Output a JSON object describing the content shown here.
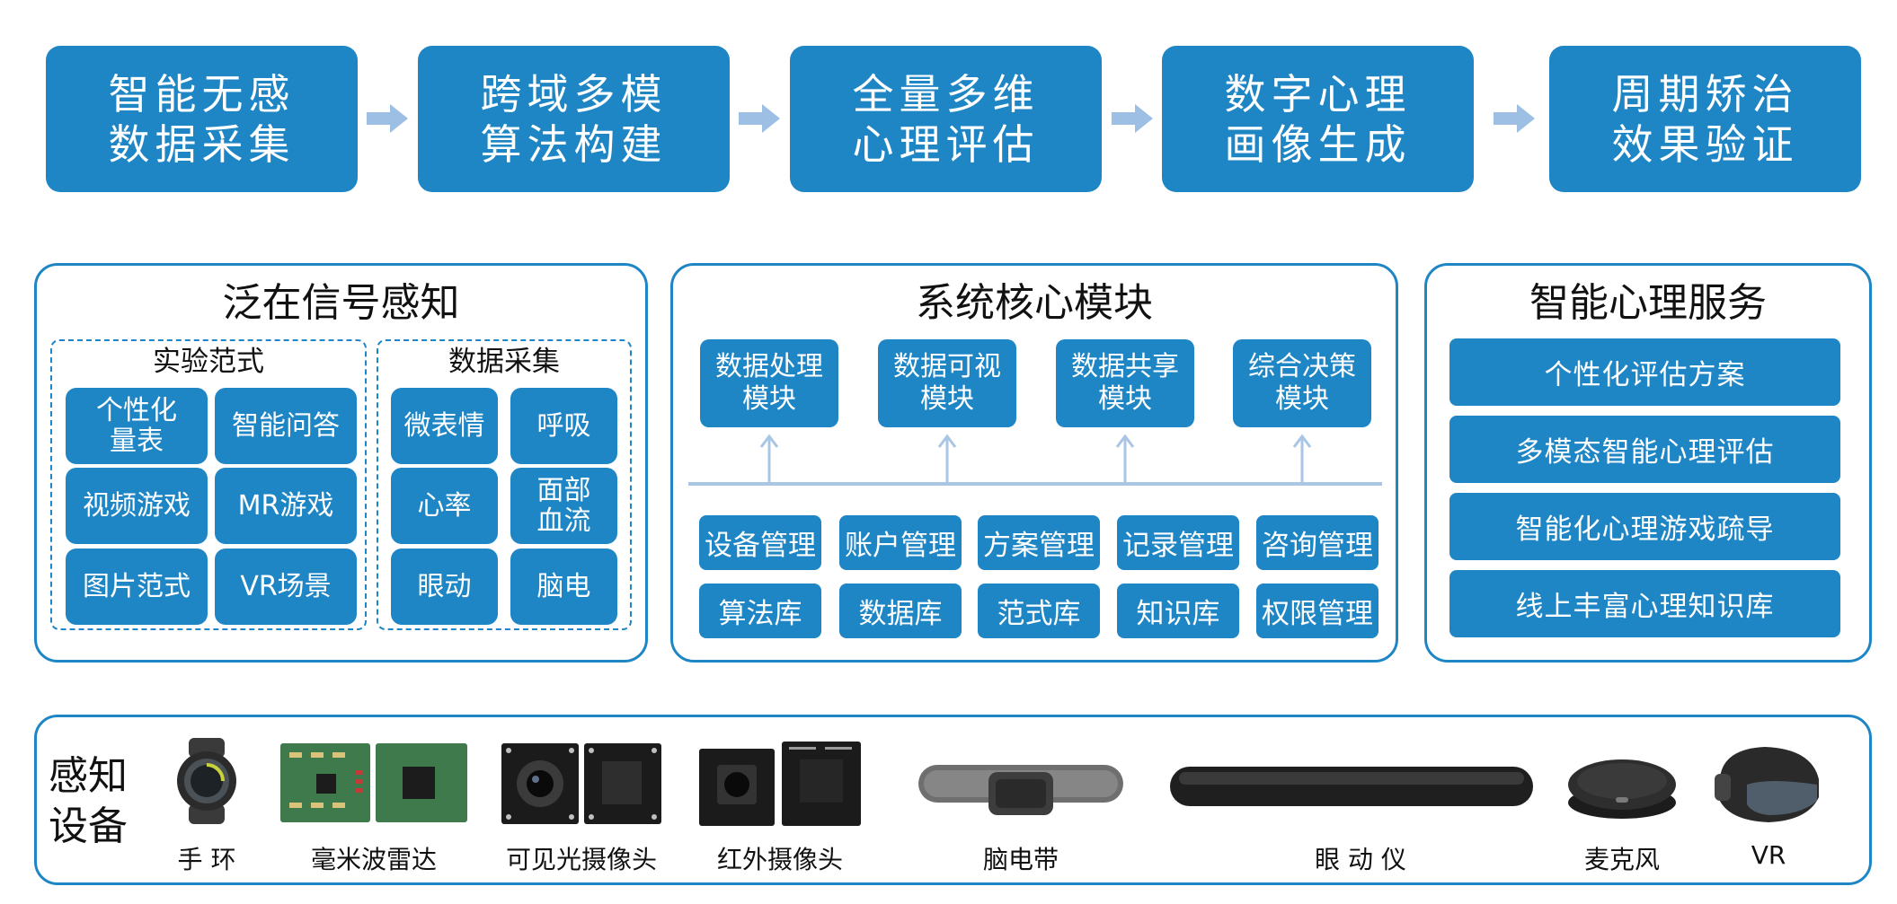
{
  "flow": {
    "steps": [
      "智能无感\n数据采集",
      "跨域多模\n算法构建",
      "全量多维\n心理评估",
      "数字心理\n画像生成",
      "周期矫治\n效果验证"
    ]
  },
  "sensing_panel": {
    "title": "泛在信号感知",
    "experiment": {
      "title": "实验范式",
      "items": [
        "个性化\n量表",
        "智能问答",
        "视频游戏",
        "MR游戏",
        "图片范式",
        "VR场景"
      ]
    },
    "collection": {
      "title": "数据采集",
      "items": [
        "微表情",
        "呼吸",
        "心率",
        "面部\n血流",
        "眼动",
        "脑电"
      ]
    }
  },
  "core_panel": {
    "title": "系统核心模块",
    "modules": [
      "数据处理\n模块",
      "数据可视\n模块",
      "数据共享\n模块",
      "综合决策\n模块"
    ],
    "management": [
      "设备管理",
      "账户管理",
      "方案管理",
      "记录管理",
      "咨询管理",
      "算法库",
      "数据库",
      "范式库",
      "知识库",
      "权限管理"
    ]
  },
  "service_panel": {
    "title": "智能心理服务",
    "items": [
      "个性化评估方案",
      "多模态智能心理评估",
      "智能化心理游戏疏导",
      "线上丰富心理知识库"
    ]
  },
  "devices_panel": {
    "label": "感知\n设备",
    "devices": [
      "手 环",
      "毫米波雷达",
      "可见光摄像头",
      "红外摄像头",
      "脑电带",
      "眼 动 仪",
      "麦克风",
      "VR"
    ]
  },
  "colors": {
    "primary": "#1f86c6",
    "arrow": "#9dbfe3",
    "line": "#a9c6e4"
  }
}
